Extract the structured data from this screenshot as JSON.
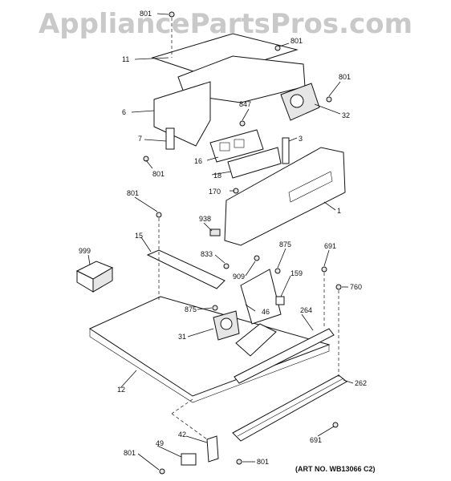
{
  "watermark": "AppliancePartsPros.com",
  "art_number": "(ART NO. WB13066 C2)",
  "callouts": {
    "c801a": "801",
    "c801b": "801",
    "c801c": "801",
    "c801d": "801",
    "c801e": "801",
    "c801f": "801",
    "c801g": "801",
    "c11": "11",
    "c6": "6",
    "c7": "7",
    "c847": "847",
    "c32": "32",
    "c3": "3",
    "c16": "16",
    "c18": "18",
    "c170": "170",
    "c1": "1",
    "c938": "938",
    "c15": "15",
    "c999": "999",
    "c833": "833",
    "c909": "909",
    "c875a": "875",
    "c159": "159",
    "c691a": "691",
    "c760": "760",
    "c875b": "875",
    "c46": "46",
    "c264": "264",
    "c31": "31",
    "c12": "12",
    "c262": "262",
    "c42": "42",
    "c49": "49",
    "c691b": "691"
  }
}
